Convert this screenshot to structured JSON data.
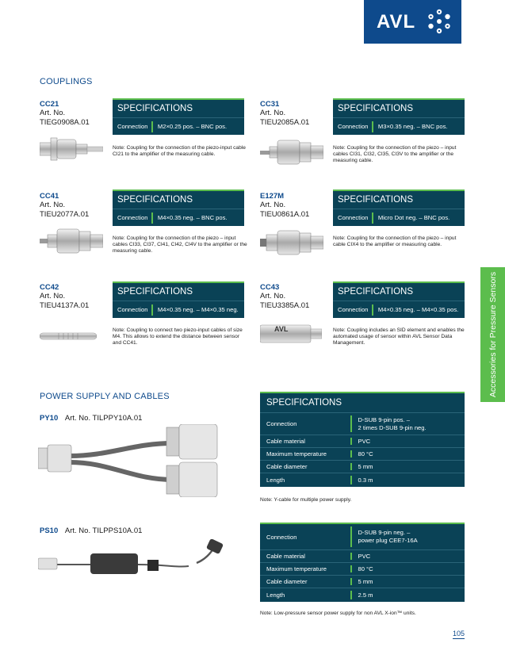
{
  "brand": {
    "logo_text": "AVL",
    "accent": "#5cbd4d",
    "primary": "#0e4a8c",
    "panel": "#0a4256"
  },
  "side_tab": {
    "label": "Accessories for Pressure Sensors"
  },
  "page_number": "105",
  "couplings": {
    "title": "COUPLINGS",
    "spec_title": "SPECIFICATIONS",
    "items": [
      {
        "code": "CC21",
        "art_label": "Art. No.",
        "art_no": "TIEG0908A.01",
        "spec_label": "Connection",
        "spec_value": "M2×0.25 pos. – BNC pos.",
        "note": "Note: Coupling for the connection of the piezo-input cable CI21 to the amplifier of the measuring cable."
      },
      {
        "code": "CC31",
        "art_label": "Art. No.",
        "art_no": "TIEU2085A.01",
        "spec_label": "Connection",
        "spec_value": "M3×0.35 neg. – BNC pos.",
        "note": "Note: Coupling for the connection of the piezo – input cables CI31, CI32, CI35, CI3V to the amplifier or the measuring cable."
      },
      {
        "code": "CC41",
        "art_label": "Art. No.",
        "art_no": "TIEU2077A.01",
        "spec_label": "Connection",
        "spec_value": "M4×0.35 neg. – BNC pos.",
        "note": "Note: Coupling for the connection of the piezo – input cables CI33, CI37, CI41, CI42, CI4V to the amplifier or the measuring cable."
      },
      {
        "code": "E127M",
        "art_label": "Art. No.",
        "art_no": "TIEU0861A.01",
        "spec_label": "Connection",
        "spec_value": "Micro Dot neg. – BNC pos.",
        "note": "Note: Coupling for the connection of the piezo – input cable CIX4 to the amplifier or measuring cable."
      },
      {
        "code": "CC42",
        "art_label": "Art. No.",
        "art_no": "TIEU4137A.01",
        "spec_label": "Connection",
        "spec_value": "M4×0.35 neg. – M4×0.35 neg.",
        "note": "Note: Coupling to connect two piezo-input cables of size M4. This allows to extend the distance between sensor and CC41."
      },
      {
        "code": "CC43",
        "art_label": "Art. No.",
        "art_no": "TIEU3385A.01",
        "spec_label": "Connection",
        "spec_value": "M4×0.35 neg. – M4×0.35 pos.",
        "note": "Note: Coupling includes an SID element and enables the automated usage of sensor within AVL Sensor Data Management."
      }
    ]
  },
  "power": {
    "title": "POWER SUPPLY AND CABLES",
    "py10": {
      "code": "PY10",
      "art": "Art. No. TILPPY10A.01",
      "spec_title": "SPECIFICATIONS",
      "rows": [
        {
          "label": "Connection",
          "value_line1": "D-SUB 9-pin pos. –",
          "value_line2": "2 times D-SUB 9-pin neg."
        },
        {
          "label": "Cable material",
          "value_line1": "PVC",
          "value_line2": ""
        },
        {
          "label": "Maximum temperature",
          "value_line1": "80 °C",
          "value_line2": ""
        },
        {
          "label": "Cable diameter",
          "value_line1": "5 mm",
          "value_line2": ""
        },
        {
          "label": "Length",
          "value_line1": "0.3 m",
          "value_line2": ""
        }
      ],
      "note": "Note: Y-cable for multiple power supply."
    },
    "ps10": {
      "code": "PS10",
      "art": "Art. No. TILPPS10A.01",
      "rows": [
        {
          "label": "Connection",
          "value_line1": "D-SUB 9-pin neg. –",
          "value_line2": "power plug CEE7-16A"
        },
        {
          "label": "Cable material",
          "value_line1": "PVC",
          "value_line2": ""
        },
        {
          "label": "Maximum temperature",
          "value_line1": "80 °C",
          "value_line2": ""
        },
        {
          "label": "Cable diameter",
          "value_line1": "5 mm",
          "value_line2": ""
        },
        {
          "label": "Length",
          "value_line1": "2.5 m",
          "value_line2": ""
        }
      ],
      "note": "Note: Low-pressure sensor power supply for non AVL X-ion™ units."
    }
  },
  "cc43_label": "AVL"
}
